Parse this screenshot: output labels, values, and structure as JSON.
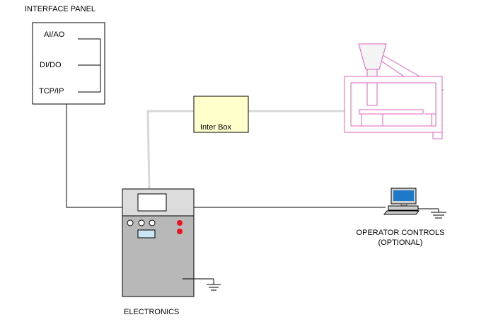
{
  "interface_panel": {
    "title": "INTERFACE PANEL",
    "ports": [
      "AI/AO",
      "DI/DO",
      "TCP/IP"
    ]
  },
  "inter_box": {
    "label": "Inter Box"
  },
  "electronics": {
    "label": "ELECTRONICS"
  },
  "operator_controls": {
    "line1": "OPERATOR CONTROLS",
    "line2": "(OPTIONAL)"
  },
  "colors": {
    "line": "#000000",
    "gray_line": "#d8d8d8",
    "panel_fill": "#ffffff",
    "inter_box_fill": "#ffffcc",
    "cabinet_top": "#dcdcdc",
    "cabinet_body": "#b8b8b8",
    "indicator_red": "#e8141e",
    "display_blue": "#cce5f6",
    "machine_pink": "#e060c0",
    "machine_fill": "#ffffff",
    "hopper_fill": "#f4f4f4",
    "monitor_blue": "#1e7ac8"
  },
  "icons": [
    "ground-symbol-icon",
    "computer-terminal-icon",
    "machine-hopper-icon"
  ]
}
